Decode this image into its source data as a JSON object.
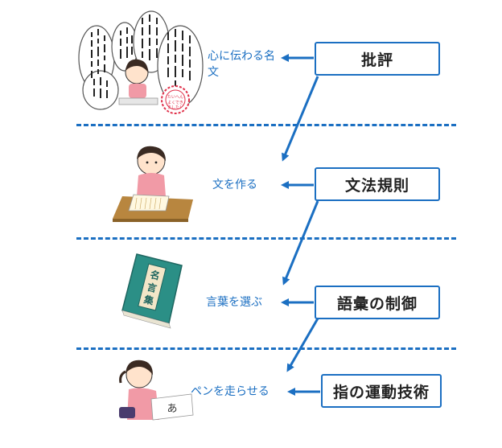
{
  "layers": [
    {
      "box_label": "批評",
      "outcome": "心に伝わる名文",
      "illustration": "speech-bubbles-icon",
      "stamp_text": "たいへんよくできました！"
    },
    {
      "box_label": "文法規則",
      "outcome": "文を作る",
      "illustration": "girl-writing-icon"
    },
    {
      "box_label": "語彙の制御",
      "outcome": "言葉を選ぶ",
      "illustration": "dictionary-book-icon",
      "book_title": "名言集"
    },
    {
      "box_label": "指の運動技術",
      "outcome": "ペンを走らせる",
      "illustration": "girl-writing-kanji-icon",
      "written_char": "あ"
    }
  ],
  "colors": {
    "accent": "#1b6fc2",
    "stamp": "#e0304a",
    "book": "#2b8f86",
    "girl_shirt": "#f19aa6"
  }
}
